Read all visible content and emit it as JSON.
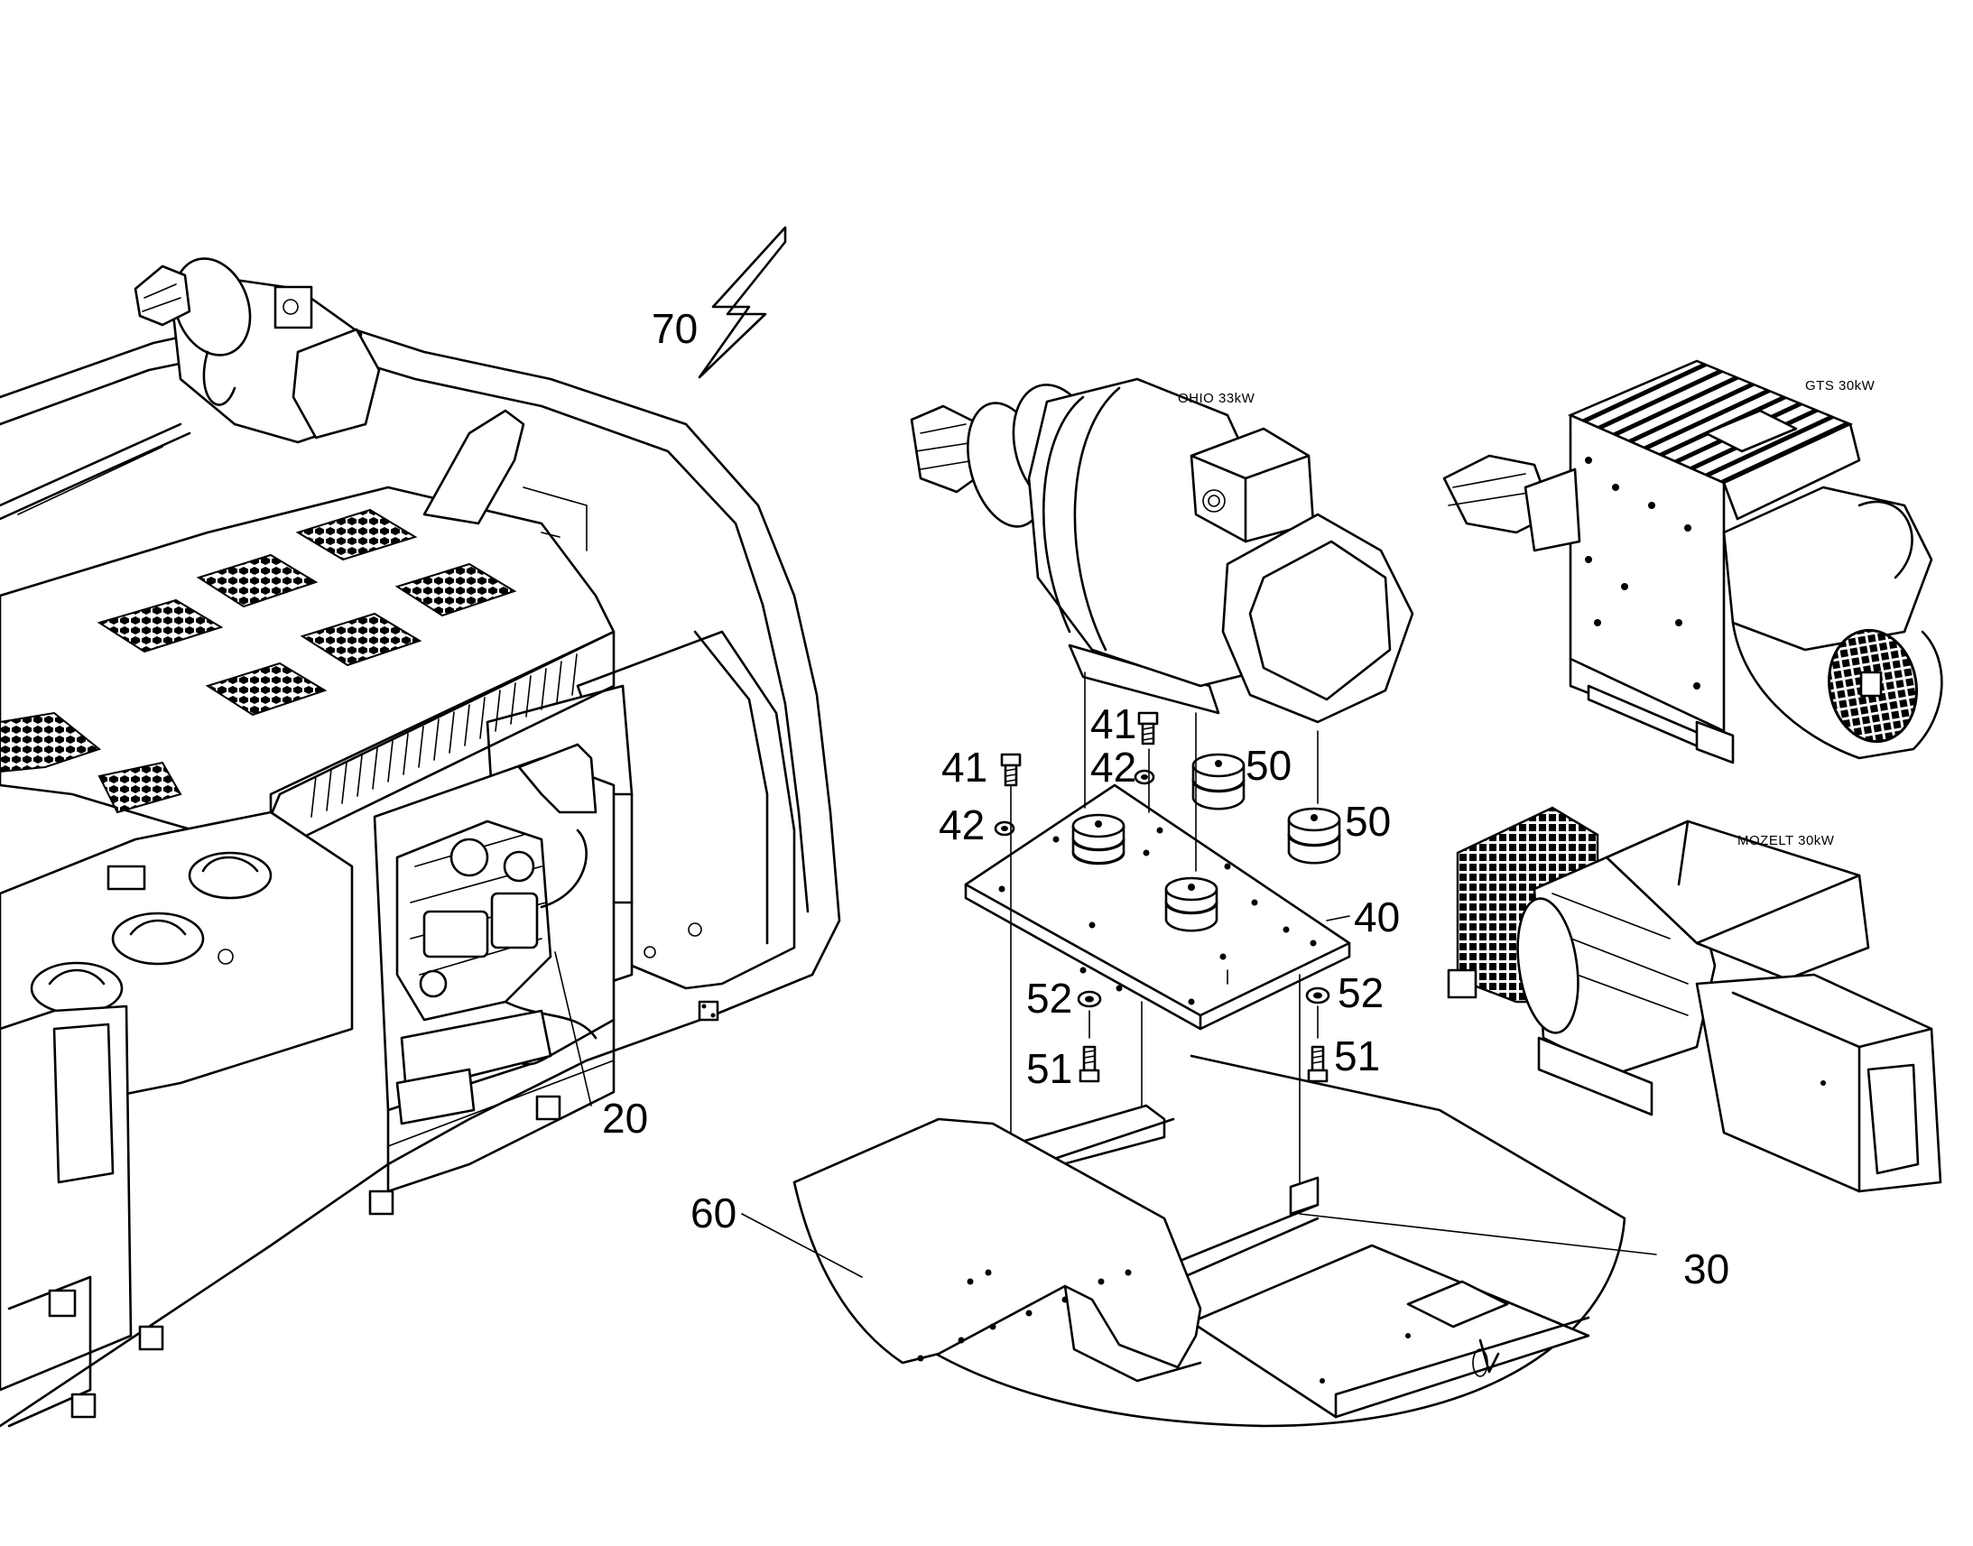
{
  "models": {
    "ohio": "OHIO 33kW",
    "gts": "GTS 30kW",
    "mozelt": "MOZELT 30kW"
  },
  "callouts": {
    "c70": "70",
    "c20": "20",
    "c41a": "41",
    "c41b": "41",
    "c42a": "42",
    "c42b": "42",
    "c50a": "50",
    "c50b": "50",
    "c40": "40",
    "c52a": "52",
    "c52b": "52",
    "c51a": "51",
    "c51b": "51",
    "c60": "60",
    "c30": "30"
  },
  "icons": {
    "electric": "lightning-bolt-icon"
  }
}
